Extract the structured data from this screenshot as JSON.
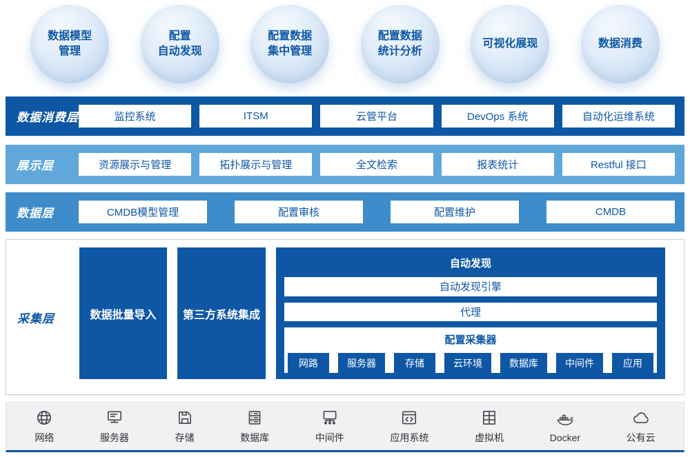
{
  "bubbles": [
    "数据模型\n管理",
    "配置\n自动发现",
    "配置数据\n集中管理",
    "配置数据\n统计分析",
    "可视化展现",
    "数据消费"
  ],
  "layers": [
    {
      "name": "数据消费层",
      "items": [
        "监控系统",
        "ITSM",
        "云管平台",
        "DevOps 系统",
        "自动化运维系统"
      ]
    },
    {
      "name": "展示层",
      "items": [
        "资源展示与管理",
        "拓扑展示与管理",
        "全文检索",
        "报表统计",
        "Restful 接口"
      ]
    },
    {
      "name": "数据层",
      "items": [
        "CMDB模型管理",
        "配置审核",
        "配置维护",
        "CMDB"
      ]
    }
  ],
  "collection": {
    "name": "采集层",
    "columns": [
      "数据批量导入",
      "第三方系统集成"
    ],
    "auto_discovery": {
      "title": "自动发现",
      "rows": [
        "自动发现引擎",
        "代理"
      ],
      "collector": {
        "title": "配置采集器",
        "items": [
          "网路",
          "服务器",
          "存储",
          "云环境",
          "数据库",
          "中间件",
          "应用"
        ]
      }
    }
  },
  "bottom_bar": {
    "items": [
      {
        "icon": "globe-icon",
        "label": "网络"
      },
      {
        "icon": "server-icon",
        "label": "服务器"
      },
      {
        "icon": "storage-disk-icon",
        "label": "存储"
      },
      {
        "icon": "database-icon",
        "label": "数据库"
      },
      {
        "icon": "middleware-icon",
        "label": "中间件"
      },
      {
        "icon": "application-icon",
        "label": "应用系统"
      },
      {
        "icon": "virtual-machine-icon",
        "label": "虚拟机"
      },
      {
        "icon": "docker-whale-icon",
        "label": "Docker"
      },
      {
        "icon": "cloud-icon",
        "label": "公有云"
      }
    ]
  },
  "colors": {
    "primary_dark_blue": "#0e57a5",
    "display_layer_blue": "#60a8db",
    "data_layer_blue": "#3e8cca",
    "bubble_blue": "#c8dcf2",
    "bottom_bar_gray": "#f0f1f2"
  }
}
